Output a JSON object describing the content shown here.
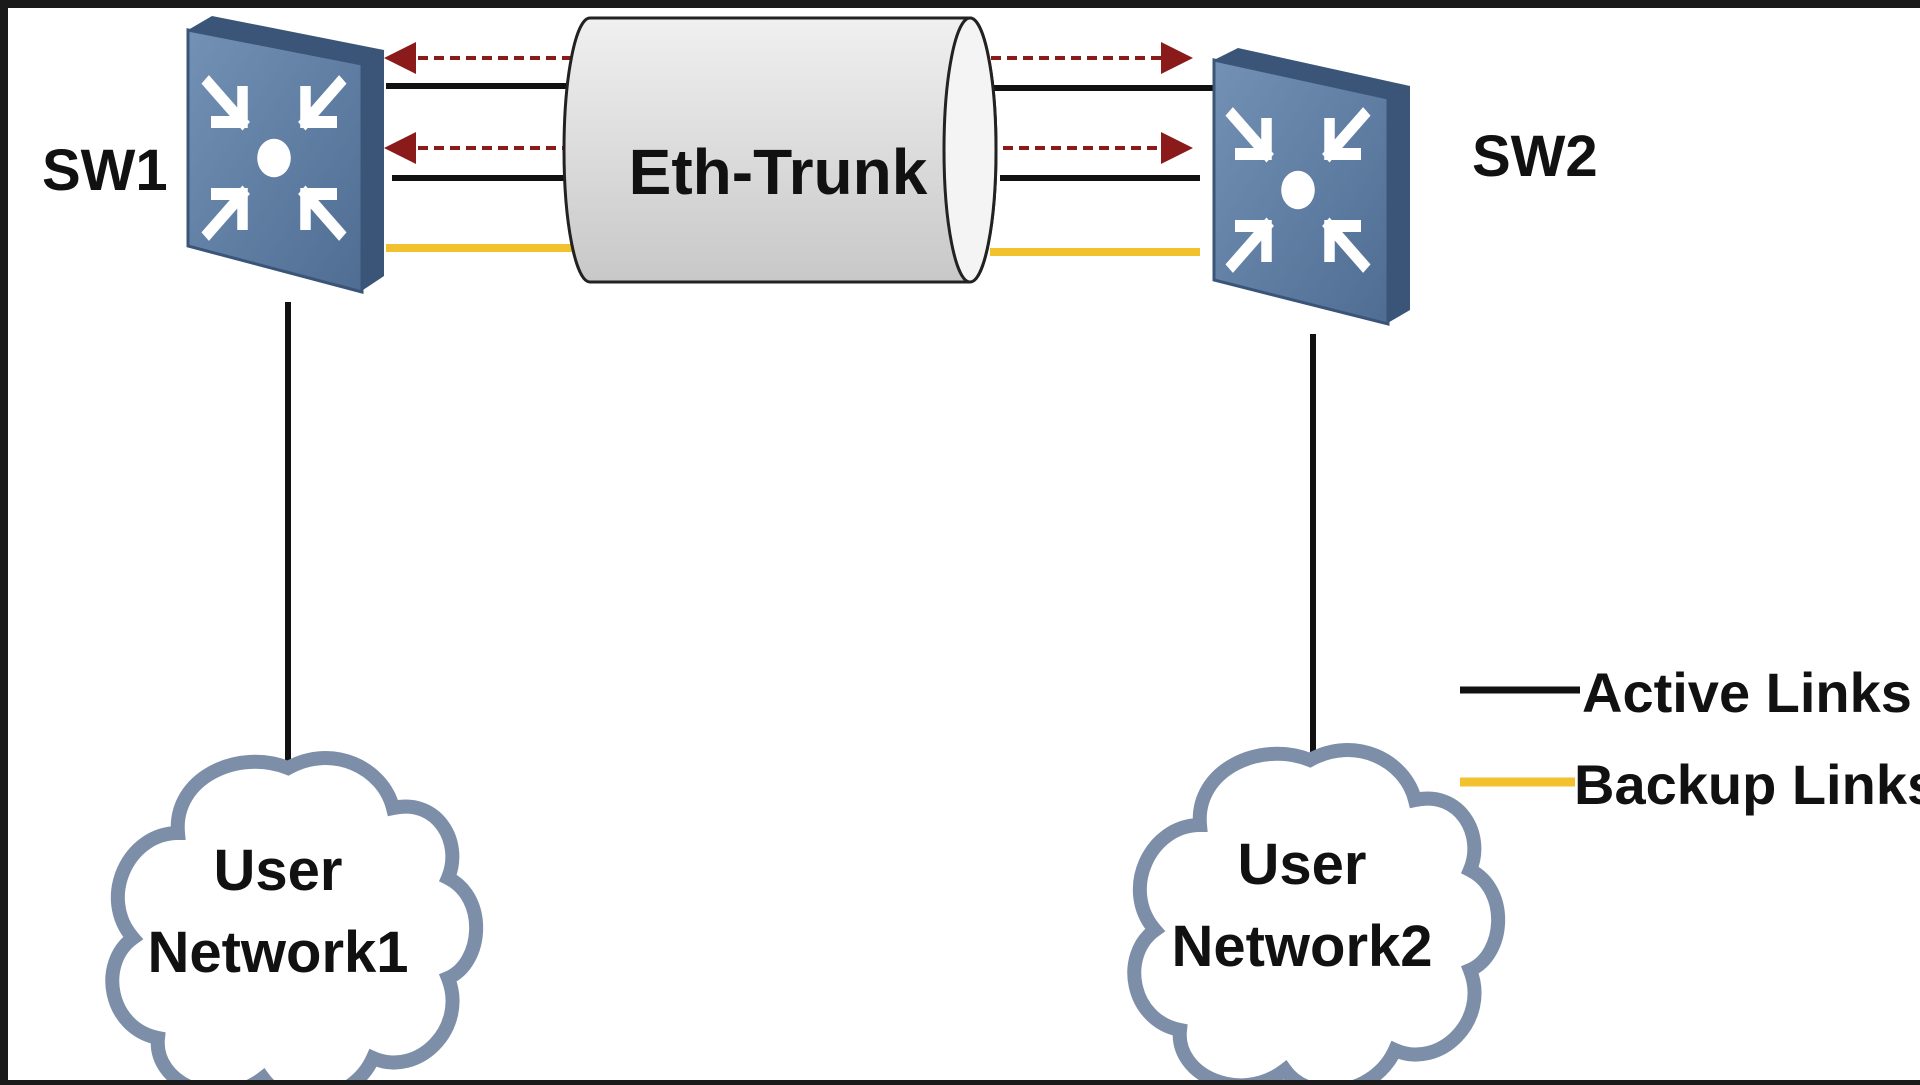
{
  "diagram": {
    "trunk_label": "Eth-Trunk",
    "switch_left": {
      "label": "SW1",
      "icon": "layer3-switch-icon"
    },
    "switch_right": {
      "label": "SW2",
      "icon": "layer3-switch-icon"
    },
    "network_left": {
      "line1": "User",
      "line2": "Network1",
      "icon": "cloud-icon"
    },
    "network_right": {
      "line1": "User",
      "line2": "Network2",
      "icon": "cloud-icon"
    },
    "legend": {
      "active_label": "Active Links",
      "backup_label": "Backup Links"
    },
    "colors": {
      "background": "#ffffff",
      "frame": "#1a1a1a",
      "switch_face": "#5f7fa3",
      "switch_edge": "#3b5578",
      "switch_symbol": "#ffffff",
      "trunk_fill": "#d9d9d9",
      "active_link": "#111111",
      "backup_link": "#f2c12e",
      "traffic_arrow": "#8b1a1a",
      "cloud_outline": "#7d8fa8",
      "cloud_fill": "#ffffff"
    }
  }
}
